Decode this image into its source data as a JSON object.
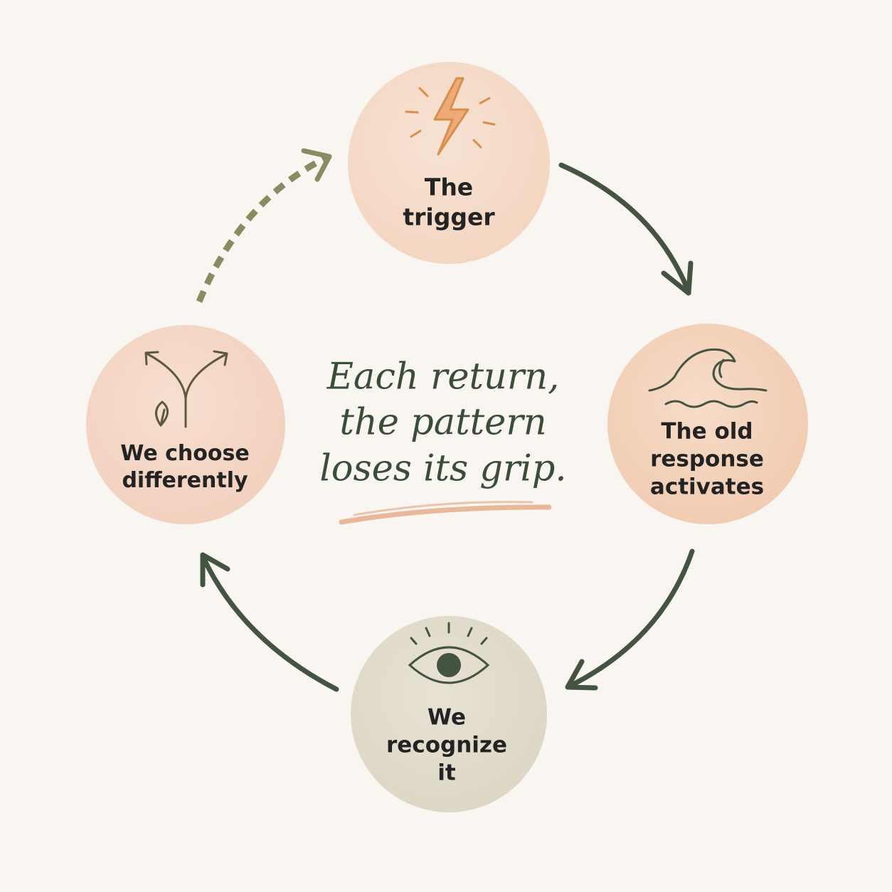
{
  "center_text": {
    "line1": "Each return,",
    "line2": "the pattern",
    "line3": "loses its grip."
  },
  "steps": [
    {
      "icon": "lightning-icon",
      "line1": "The",
      "line2": "trigger"
    },
    {
      "icon": "wave-icon",
      "line1": "The old",
      "line2": "response",
      "line3": "activates"
    },
    {
      "icon": "eye-icon",
      "line1": "We",
      "line2": "recognize",
      "line3": "it"
    },
    {
      "icon": "branching-arrows-icon",
      "line1": "We choose",
      "line2": "differently"
    }
  ],
  "colors": {
    "background": "#f9f5f1",
    "arrow": "#445440",
    "dashed_arrow": "#8c8a62",
    "peach_circle": "#f5d6c2",
    "sage_circle": "#e2ddcc",
    "accent_orange": "#d88e4c",
    "text": "#232323"
  }
}
